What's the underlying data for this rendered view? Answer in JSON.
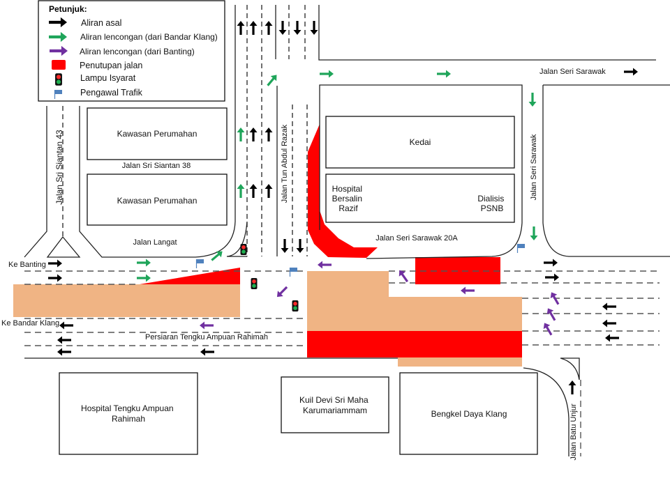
{
  "legend": {
    "title": "Petunjuk:",
    "items": [
      {
        "icon": "black-arrow-icon",
        "label": "Aliran asal",
        "color": "#000000"
      },
      {
        "icon": "green-arrow-icon",
        "label": "Aliran lencongan (dari Bandar Klang)",
        "color": "#1fa55a"
      },
      {
        "icon": "purple-arrow-icon",
        "label": "Aliran lencongan (dari Banting)",
        "color": "#7030a0"
      },
      {
        "icon": "road-closure-icon",
        "label": "Penutupan jalan",
        "color": "#ff0000"
      },
      {
        "icon": "traffic-light-icon",
        "label": "Lampu Isyarat"
      },
      {
        "icon": "traffic-warden-flag-icon",
        "label": "Pengawal Trafik",
        "color": "#4f81bd"
      }
    ]
  },
  "buildings": {
    "housing_1": "Kawasan Perumahan",
    "housing_2": "Kawasan Perumahan",
    "shops": "Kedai",
    "maternity_hospital": [
      "Hospital",
      "Bersalin",
      "Razif"
    ],
    "dialysis": [
      "Dialisis",
      "PSNB"
    ],
    "htar": [
      "Hospital Tengku Ampuan",
      "Rahimah"
    ],
    "temple": [
      "Kuil Devi Sri Maha",
      "Karumariammam"
    ],
    "workshop": "Bengkel Daya Klang"
  },
  "roads": {
    "siantan_43": "Jalan Sri Siantan 43",
    "siantan_38": "Jalan Sri Siantan 38",
    "langat": "Jalan Langat",
    "tun_abdul_razak": "Jalan Tun Abdul Razak",
    "seri_sarawak": "Jalan Seri Sarawak",
    "seri_sarawak_vertical": "Jalan Seri Sarawak",
    "seri_sarawak_20a": "Jalan Seri Sarawak 20A",
    "ke_banting": "Ke Banting",
    "ke_bandar_klang": "Ke Bandar Klang",
    "persiaran": "Persiaran Tengku Ampuan Rahimah",
    "batu_unjur": "Jalan Batu Unjur"
  },
  "colors": {
    "closure": "#ff0000",
    "works_area": "#f0b484",
    "original_flow": "#000000",
    "diversion_klang": "#1fa55a",
    "diversion_banting": "#7030a0",
    "flag": "#4f81bd"
  }
}
